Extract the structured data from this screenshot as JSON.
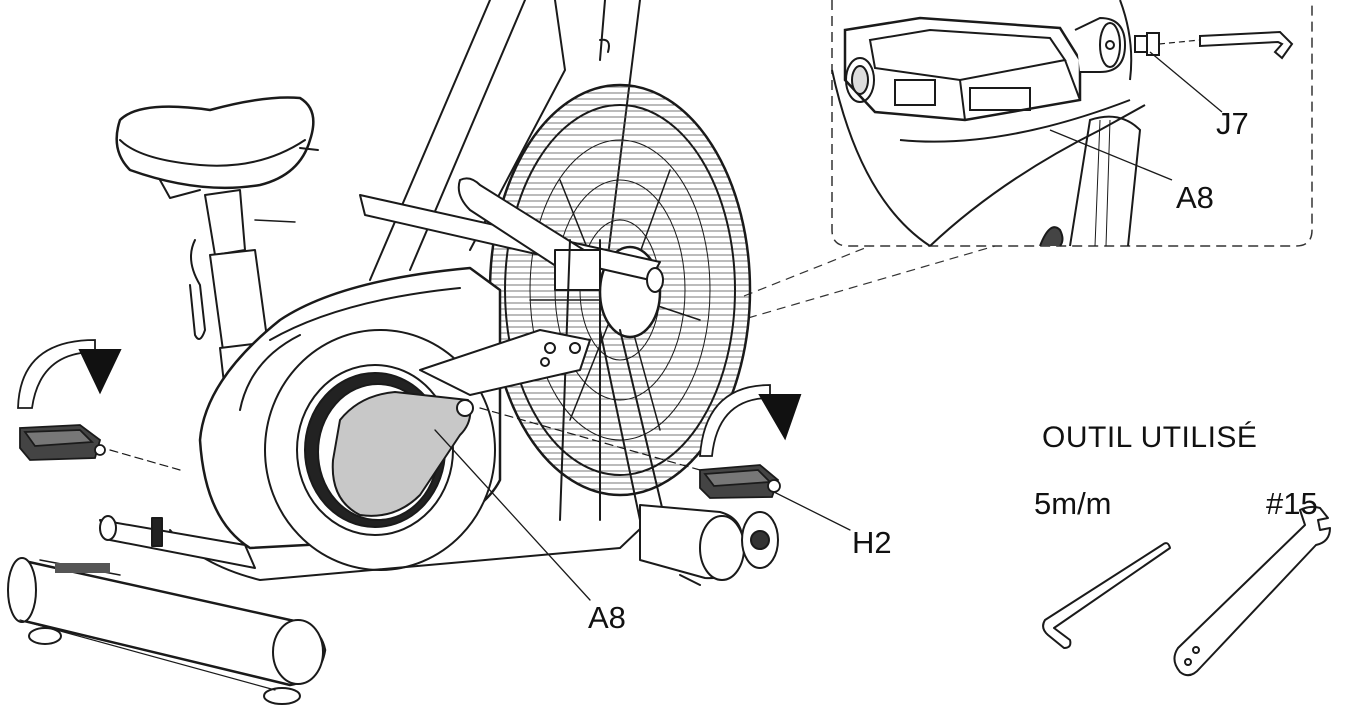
{
  "labels": {
    "j7_detail": "J7",
    "a8_detail": "A8",
    "a8_main": "A8",
    "h2": "H2"
  },
  "tools": {
    "title": "OUTIL UTILISÉ",
    "hex_key": {
      "size": "5m/m",
      "icon": "hex-key-icon"
    },
    "wrench": {
      "size": "#15",
      "icon": "pedal-wrench-icon"
    }
  },
  "colors": {
    "line": "#1a1a1a",
    "crank_cover": "#c8c8c8",
    "arrow": "#111111"
  }
}
